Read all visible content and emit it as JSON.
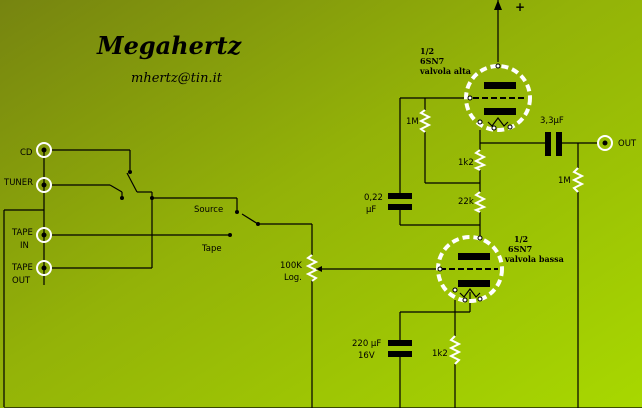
{
  "header": {
    "title": "Megahertz",
    "email": "mhertz@tin.it"
  },
  "inputs": {
    "cd": "CD",
    "tuner": "TUNER",
    "tape_in_1": "TAPE",
    "tape_in_2": "IN",
    "tape_out_1": "TAPE",
    "tape_out_2": "OUT"
  },
  "switches": {
    "source": "Source",
    "tape": "Tape"
  },
  "pot": {
    "value": "100K",
    "taper": "Log."
  },
  "cap_coupling": {
    "value_1": "0,22",
    "value_2": "µF"
  },
  "cap_bypass": {
    "value_1": "220 µF",
    "value_2": "16V"
  },
  "cap_output": {
    "value": "3,3µF"
  },
  "res_1m_top": "1M",
  "res_1k2_top": "1k2",
  "res_22k": "22k",
  "res_1m_out": "1M",
  "res_1k2_bottom": "1k2",
  "output_label": "OUT",
  "supply_label": "+",
  "tube_upper": {
    "l1": "1/2",
    "l2": "6SN7",
    "l3": "valvola alta"
  },
  "tube_lower": {
    "l1": "1/2",
    "l2": "6SN7",
    "l3": "valvola bassa"
  },
  "colors": {
    "bg_dark": "#7a8a10",
    "bg_light": "#a8d600",
    "wire": "#000000",
    "jack_ring": "#ffffff"
  }
}
